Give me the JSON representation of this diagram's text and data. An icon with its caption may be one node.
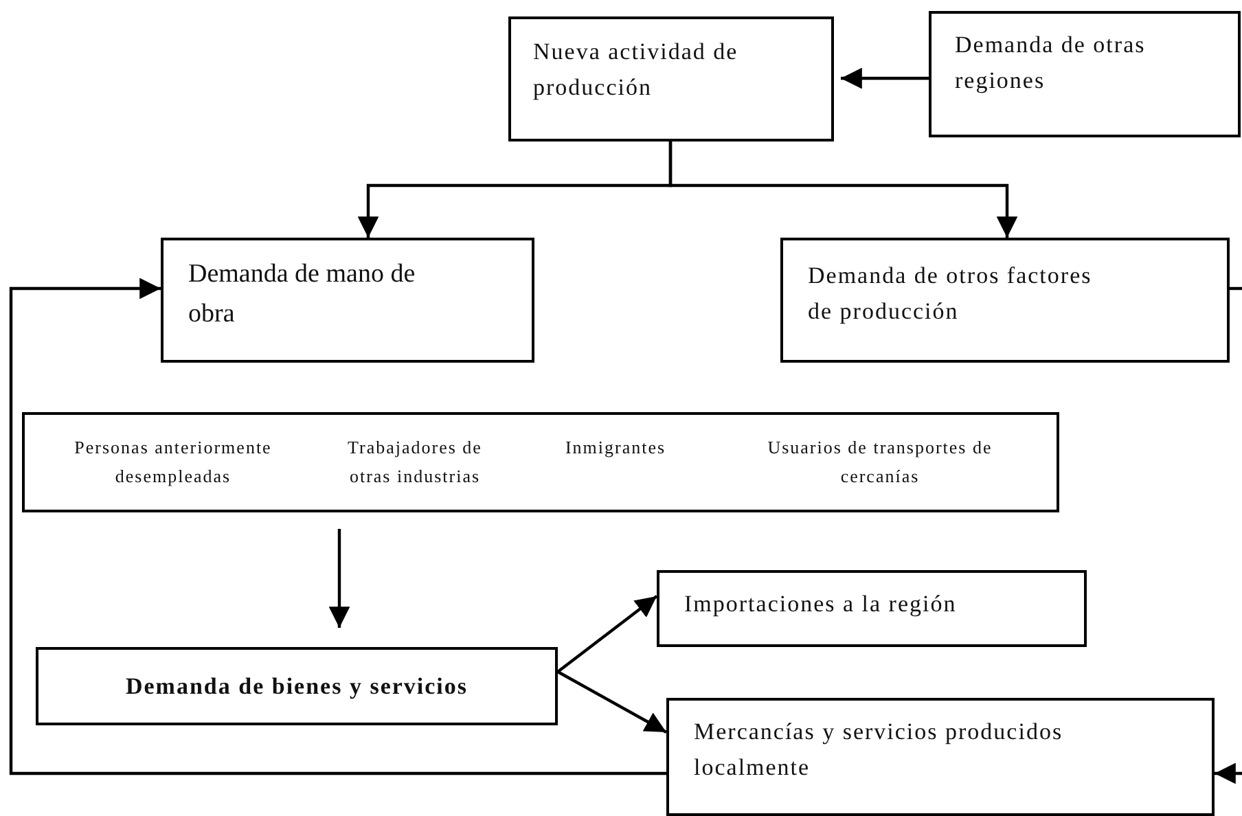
{
  "diagram": {
    "nodes": [
      {
        "text": [
          "Nueva actividad de producción"
        ]
      },
      {
        "text": [
          "Demanda de otras regiones"
        ]
      },
      {
        "text": [
          "Demanda de mano de obra"
        ]
      },
      {
        "text": [
          "Demanda de otros factores de producción"
        ]
      },
      {
        "text": [
          "Personas anteriormente desempleadas",
          "Trabajadores de otras industrias",
          "Inmigrantes",
          "Usuarios de transportes de cercanías"
        ]
      },
      {
        "text": [
          "Demanda de bienes y servicios"
        ]
      },
      {
        "text": [
          "Importaciones a la región"
        ]
      },
      {
        "text": [
          "Mercancías y servicios producidos localmente"
        ]
      }
    ],
    "edges": [
      {
        "from": 1,
        "to": 0,
        "arrow": "to"
      },
      {
        "from": 0,
        "to": 2,
        "arrow": "to"
      },
      {
        "from": 0,
        "to": 3,
        "arrow": "to"
      },
      {
        "from": 3,
        "to": null,
        "arrow": "none"
      },
      {
        "from": 4,
        "to": 5,
        "arrow": "to"
      },
      {
        "from": 5,
        "to": 6,
        "arrow": "to"
      },
      {
        "from": 5,
        "to": 7,
        "arrow": "to"
      },
      {
        "from": 7,
        "to": 2,
        "arrow": "to"
      },
      {
        "from": null,
        "to": 7,
        "arrow": "to"
      }
    ]
  }
}
